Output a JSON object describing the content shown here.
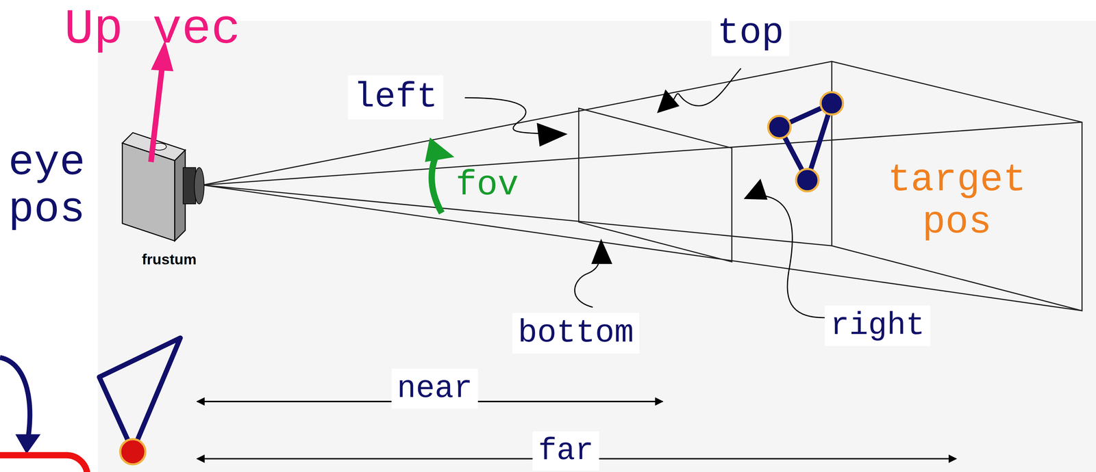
{
  "diagram": {
    "labels": [
      "Up vec",
      "top",
      "left",
      "eye pos",
      "fov",
      "target pos",
      "frustum",
      "bottom",
      "right",
      "near",
      "far"
    ]
  }
}
